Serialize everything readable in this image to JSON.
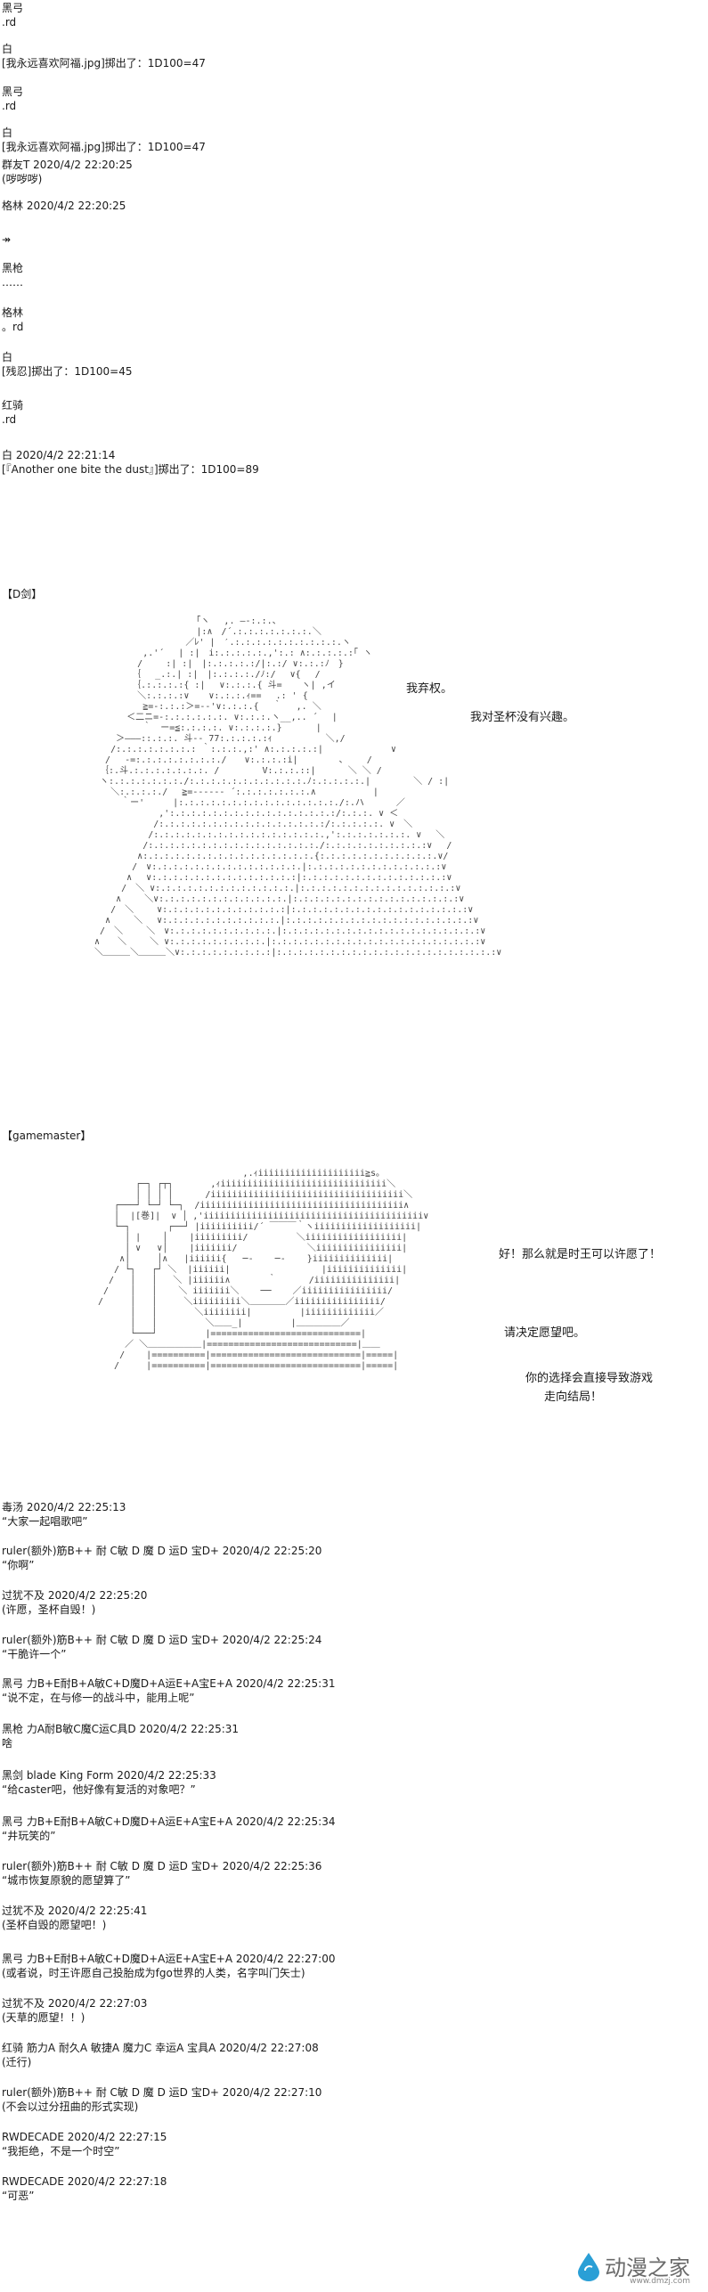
{
  "log_top": [
    "黑弓",
    ".rd",
    "白",
    "[我永远喜欢阿福.jpg]掷出了：1D100=47",
    "黑弓",
    ".rd",
    "白",
    "[我永远喜欢阿福.jpg]掷出了：1D100=47",
    "群友T 2020/4/2 22:20:25",
    "(哕哕哕)",
    "格林 2020/4/2 22:20:25",
    "↠",
    "黑枪",
    "……",
    "格林",
    "。rd",
    "白",
    "[残忍]掷出了：1D100=45",
    "红骑",
    ".rd",
    "白 2020/4/2 22:21:14",
    "[『Another one bite the dust』]掷出了：1D100=89"
  ],
  "scene1": {
    "label": "【D剑】",
    "speech": [
      "我弃权。",
      "我对圣杯没有兴趣。"
    ]
  },
  "scene2": {
    "label": "【gamemaster】",
    "speech": [
      "好！那么就是时王可以许愿了！",
      "请决定愿望吧。",
      "你的选择会直接导致游戏",
      "走向结局！"
    ]
  },
  "log_bottom": [
    "毒汤 2020/4/2 22:25:13",
    "“大家一起唱歌吧”",
    "ruler(额外)筋B++ 耐 C敏 D 魔 D 运D 宝D+ 2020/4/2 22:25:20",
    "“你啊”",
    "过犹不及 2020/4/2 22:25:20",
    "(许愿，圣杯自毁！)",
    "ruler(额外)筋B++ 耐 C敏 D 魔 D 运D 宝D+ 2020/4/2 22:25:24",
    "“干脆许一个”",
    "黑弓 力B+E耐B+A敏C+D魔D+A运E+A宝E+A 2020/4/2 22:25:31",
    "“说不定，在与修一的战斗中，能用上呢”",
    "黑枪  力A耐B敏C魔C运C具D 2020/4/2 22:25:31",
    "啥",
    "黑剑 blade King Form 2020/4/2 22:25:33",
    "“给caster吧，他好像有复活的对象吧？”",
    "黑弓 力B+E耐B+A敏C+D魔D+A运E+A宝E+A 2020/4/2 22:25:34",
    "“井玩笑的”",
    "ruler(额外)筋B++ 耐 C敏 D 魔 D 运D 宝D+ 2020/4/2 22:25:36",
    "“城市恢复原貌的愿望算了”",
    "过犹不及 2020/4/2 22:25:41",
    "(圣杯自毁的愿望吧！)",
    "黑弓 力B+E耐B+A敏C+D魔D+A运E+A宝E+A 2020/4/2 22:27:00",
    "(或者说，时王许愿自己投胎成为fgo世界的人类，名字叫门矢士)",
    "过犹不及 2020/4/2 22:27:03",
    "(天草的愿望！！)",
    "红骑 筋力A 耐久A 敏捷A 魔力C 幸运A 宝具A 2020/4/2 22:27:08",
    "(迁行)",
    "ruler(额外)筋B++ 耐 C敏 D 魔 D 运D 宝D+ 2020/4/2 22:27:10",
    "(不会以过分扭曲的形式实现)",
    "RWDECADE 2020/4/2 22:27:15",
    "“我拒绝，不是一个时空”",
    "RWDECADE 2020/4/2 22:27:18",
    "“可恶”"
  ],
  "watermark": {
    "text": "动漫之家",
    "url": "www.dmzj.com",
    "icon": "drop-logo-icon",
    "logo_color": "#2a9fd6"
  }
}
